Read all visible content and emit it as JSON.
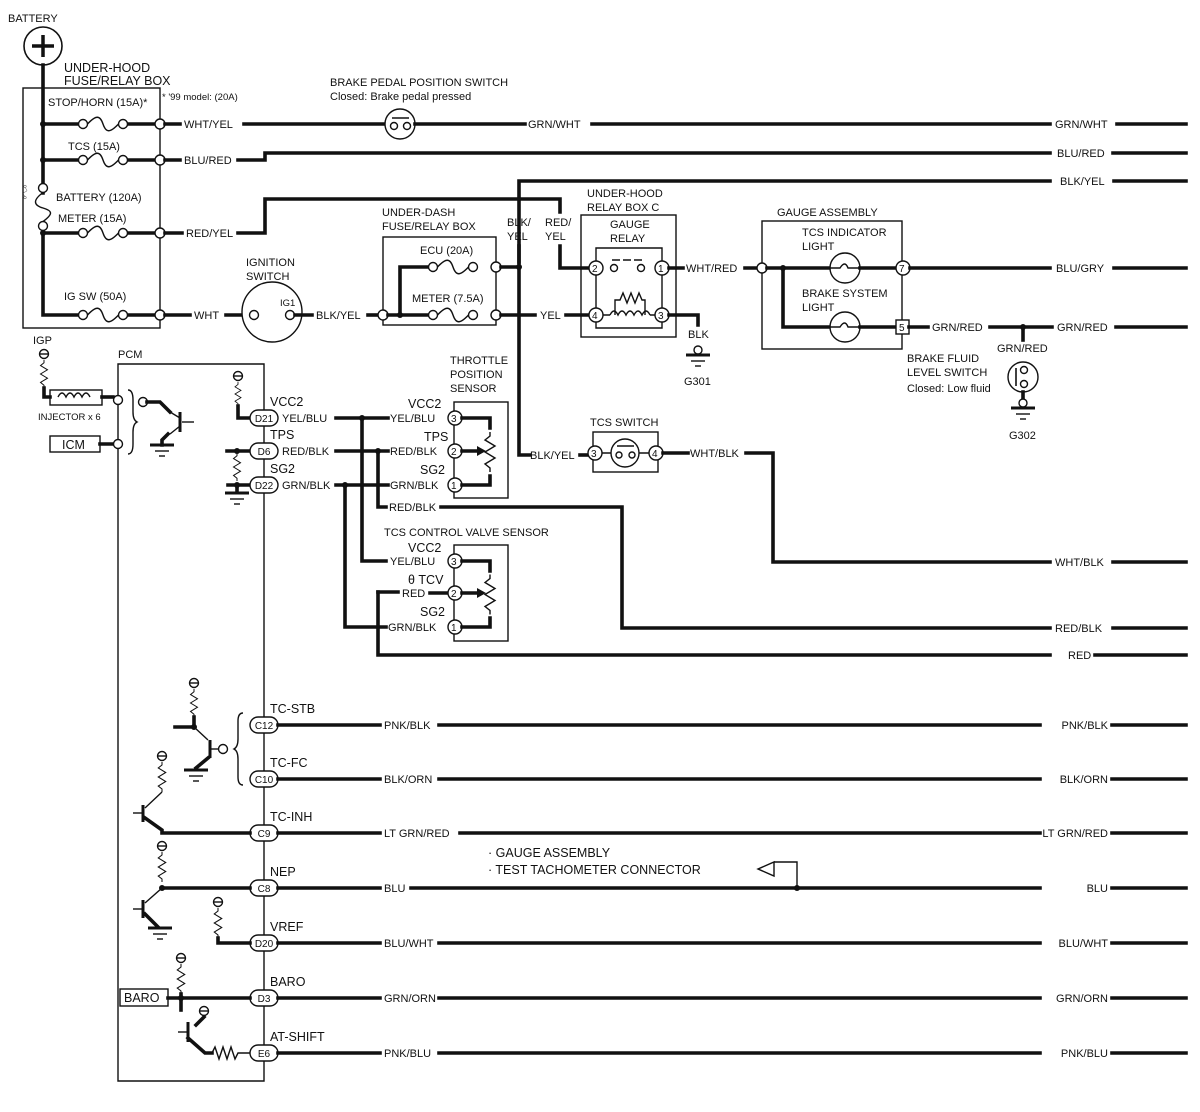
{
  "title": "TCS / PCM circuit wiring diagram",
  "battery": {
    "label": "BATTERY",
    "symbol": "+"
  },
  "underhood_box": {
    "title_line1": "UNDER-HOOD",
    "title_line2": "FUSE/RELAY BOX",
    "note": "* '99 model: (20A)",
    "fuses": [
      {
        "label": "STOP/HORN (15A)*",
        "wire": "WHT/YEL"
      },
      {
        "label": "TCS (15A)",
        "wire": "BLU/RED"
      },
      {
        "label": "BATTERY (120A)",
        "wire": ""
      },
      {
        "label": "METER (15A)",
        "wire": "RED/YEL"
      },
      {
        "label": "IG SW (50A)",
        "wire": "WHT"
      }
    ]
  },
  "brake_pedal_switch": {
    "title": "BRAKE PEDAL POSITION SWITCH",
    "note": "Closed: Brake pedal pressed",
    "wire_out": "GRN/WHT"
  },
  "ignition_switch": {
    "title_line1": "IGNITION",
    "title_line2": "SWITCH",
    "terminal": "IG1",
    "wire_out": "BLK/YEL"
  },
  "underdash_box": {
    "title_line1": "UNDER-DASH",
    "title_line2": "FUSE/RELAY BOX",
    "fuses": [
      {
        "label": "ECU (20A)"
      },
      {
        "label": "METER (7.5A)",
        "wire_out": "YEL"
      }
    ]
  },
  "junction_wires": {
    "blk_yel": [
      "BLK/",
      "YEL"
    ],
    "red_yel": [
      "RED/",
      "YEL"
    ]
  },
  "gauge_relay": {
    "box_line1": "UNDER-HOOD",
    "box_line2": "RELAY BOX C",
    "title_line1": "GAUGE",
    "title_line2": "RELAY",
    "pins": [
      "1",
      "2",
      "3",
      "4"
    ],
    "wire_out": "WHT/RED",
    "ground_wire": "BLK",
    "ground": "G301"
  },
  "gauge_assembly": {
    "title": "GAUGE ASSEMBLY",
    "tcs_light_line1": "TCS INDICATOR",
    "tcs_light_line2": "LIGHT",
    "brake_light_line1": "BRAKE SYSTEM",
    "brake_light_line2": "LIGHT",
    "pin_tcs": "7",
    "pin_brake": "5",
    "wire_brake": "GRN/RED"
  },
  "brake_fluid_switch": {
    "wire": "GRN/RED",
    "title_line1": "BRAKE FLUID",
    "title_line2": "LEVEL SWITCH",
    "note": "Closed: Low fluid",
    "ground": "G302"
  },
  "tcs_switch": {
    "title": "TCS SWITCH",
    "pin_in": "3",
    "pin_out": "4",
    "wire_in": "BLK/YEL",
    "wire_out": "WHT/BLK"
  },
  "pcm": {
    "label": "PCM",
    "igp": "IGP",
    "injector": "INJECTOR x 6",
    "icm": "ICM",
    "baro_box": "BARO",
    "terminals": [
      {
        "pin": "D21",
        "signal": "VCC2",
        "wire": "YEL/BLU"
      },
      {
        "pin": "D6",
        "signal": "TPS",
        "wire": "RED/BLK"
      },
      {
        "pin": "D22",
        "signal": "SG2",
        "wire": "GRN/BLK"
      },
      {
        "pin": "C12",
        "signal": "TC-STB",
        "wire": "PNK/BLK"
      },
      {
        "pin": "C10",
        "signal": "TC-FC",
        "wire": "BLK/ORN"
      },
      {
        "pin": "C9",
        "signal": "TC-INH",
        "wire": "LT GRN/RED"
      },
      {
        "pin": "C8",
        "signal": "NEP",
        "wire": "BLU"
      },
      {
        "pin": "D20",
        "signal": "VREF",
        "wire": "BLU/WHT"
      },
      {
        "pin": "D3",
        "signal": "BARO",
        "wire": "GRN/ORN"
      },
      {
        "pin": "E6",
        "signal": "AT-SHIFT",
        "wire": "PNK/BLU"
      }
    ]
  },
  "tp_sensor": {
    "title_line1": "THROTTLE",
    "title_line2": "POSITION",
    "title_line3": "SENSOR",
    "rows": [
      {
        "signal": "VCC2",
        "wire": "YEL/BLU",
        "pin": "3"
      },
      {
        "signal": "TPS",
        "wire": "RED/BLK",
        "pin": "2"
      },
      {
        "signal": "SG2",
        "wire": "GRN/BLK",
        "pin": "1"
      }
    ],
    "branch_wire": "RED/BLK"
  },
  "tcv_sensor": {
    "title": "TCS CONTROL VALVE SENSOR",
    "rows": [
      {
        "signal": "VCC2",
        "wire": "YEL/BLU",
        "pin": "3"
      },
      {
        "signal": "θ TCV",
        "wire": "RED",
        "pin": "2"
      },
      {
        "signal": "SG2",
        "wire": "GRN/BLK",
        "pin": "1"
      }
    ]
  },
  "tach_note": {
    "line1": "· GAUGE ASSEMBLY",
    "line2": "· TEST TACHOMETER CONNECTOR"
  },
  "right_edge_wires": [
    "GRN/WHT",
    "BLU/RED",
    "BLK/YEL",
    "BLU/GRY",
    "GRN/RED",
    "WHT/BLK",
    "RED/BLK",
    "RED",
    "PNK/BLK",
    "BLK/ORN",
    "LT GRN/RED",
    "BLU",
    "BLU/WHT",
    "GRN/ORN",
    "PNK/BLU"
  ]
}
